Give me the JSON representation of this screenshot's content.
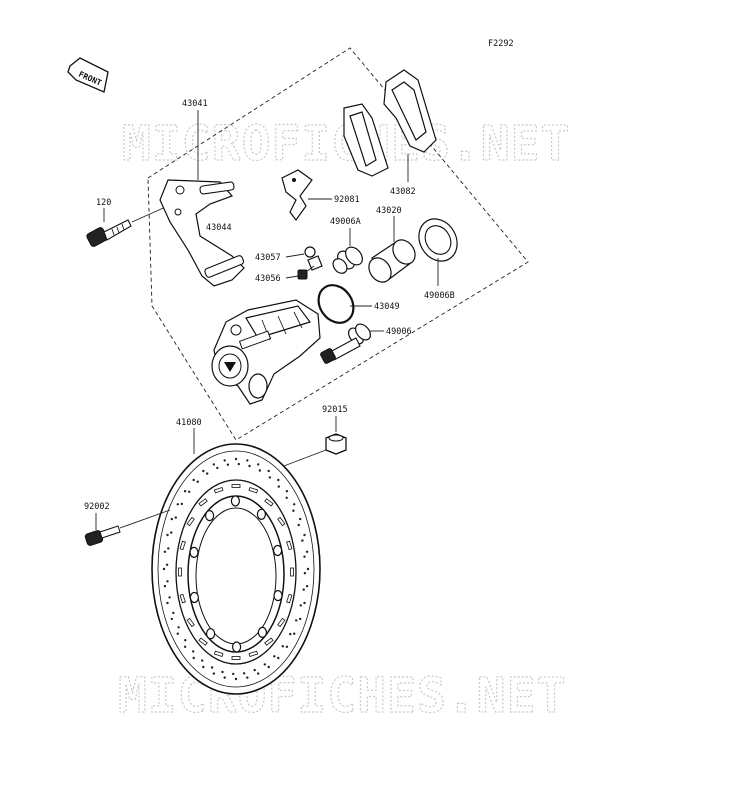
{
  "figure": {
    "code": "F2292",
    "front_label": "FRONT",
    "watermark_top": "MICROFICHES.NET",
    "watermark_bottom": "MICROFICHES.NET"
  },
  "parts": {
    "p43041": "43041",
    "p120": "120",
    "p43044": "43044",
    "p92081": "92081",
    "p43082": "43082",
    "p43020": "43020",
    "p49006A": "49006A",
    "p43057": "43057",
    "p43056": "43056",
    "p43049": "43049",
    "p49006B": "49006B",
    "p49006": "49006",
    "p92015": "92015",
    "p41080": "41080",
    "p92002": "92002"
  }
}
